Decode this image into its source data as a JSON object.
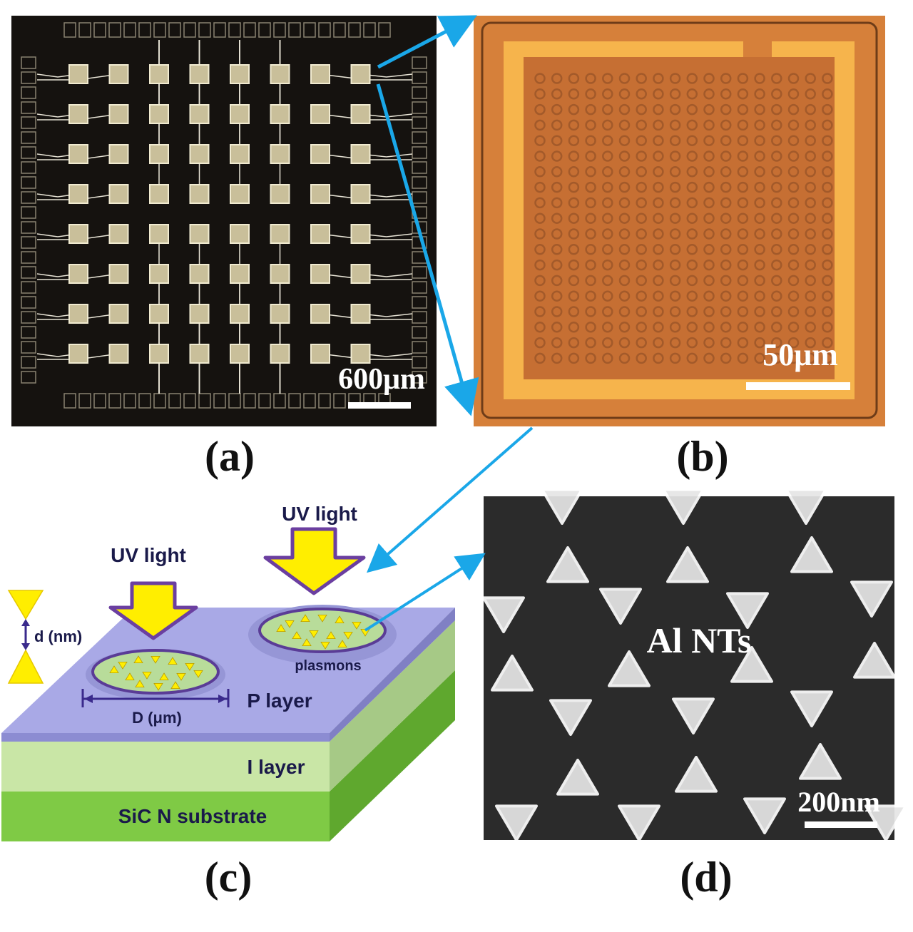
{
  "panels": {
    "a": {
      "label": "(a)",
      "scale_bar": "600μm",
      "colors": {
        "background": "#15120f",
        "pad": "#c9bf9a",
        "trace": "#e8e4d6"
      }
    },
    "b": {
      "label": "(b)",
      "scale_bar": "50μm",
      "colors": {
        "background": "#d6803a",
        "ring": "#f6b44c",
        "field": "#c66f33",
        "hole": "#a35a2a"
      }
    },
    "c": {
      "label": "(c)",
      "uv_light_left": "UV light",
      "uv_light_right": "UV light",
      "gap_label": "d (nm)",
      "diameter_label": "D (μm)",
      "plasmons_label": "plasmons",
      "p_layer": "P layer",
      "i_layer": "I layer",
      "substrate": "SiC N substrate",
      "colors": {
        "p_layer": "#a9a9e6",
        "i_layer": "#c9e6a6",
        "substrate": "#7fca45",
        "arrow": "#ffee00",
        "arrow_border": "#6b3fa0",
        "text": "#1a1a4a"
      }
    },
    "d": {
      "label": "(d)",
      "center_label": "Al NTs",
      "scale_bar": "200nm",
      "colors": {
        "background": "#2b2b2b",
        "particle": "#e6e6e6"
      }
    }
  },
  "connector_color": "#1aa7e8"
}
